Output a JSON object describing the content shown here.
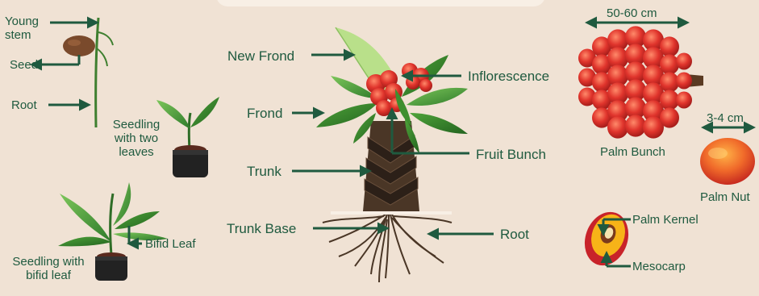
{
  "colors": {
    "background": "#f0e2d4",
    "label_green": "#1f5a3f",
    "leaf_green": "#3e8f2f",
    "fruit_red": "#d8302a",
    "trunk_brown": "#4a3626"
  },
  "seedlings": {
    "young_stem": "Young\nstem",
    "seed": "Seed",
    "root": "Root",
    "two_leaves": "Seedling\nwith two\nleaves",
    "bifid_leaf": "Bifid Leaf",
    "bifid_seedling": "Seedling with\nbifid leaf"
  },
  "palm_tree": {
    "new_frond": "New Frond",
    "frond": "Frond",
    "trunk": "Trunk",
    "trunk_base": "Trunk Base",
    "inflorescence": "Inflorescence",
    "fruit_bunch": "Fruit Bunch",
    "root": "Root"
  },
  "fruit": {
    "bunch_size": "50-60 cm",
    "bunch_label": "Palm Bunch",
    "nut_size": "3-4 cm",
    "nut_label": "Palm Nut",
    "kernel_label": "Palm Kernel",
    "mesocarp_label": "Mesocarp"
  }
}
